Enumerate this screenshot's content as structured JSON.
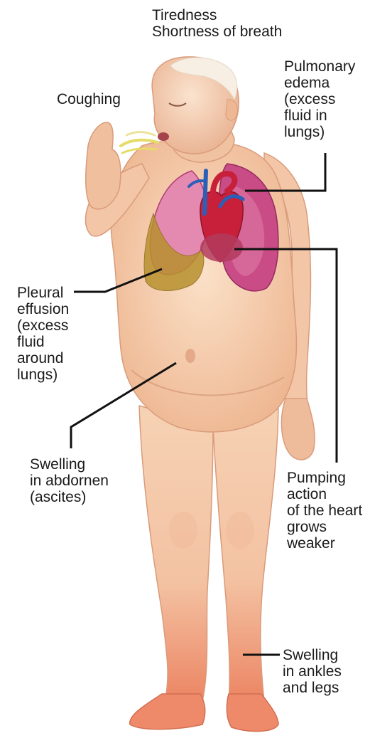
{
  "labels": {
    "tiredness": "Tiredness\nShortness of breath",
    "coughing": "Coughing",
    "pulmonary_edema": "Pulmonary\nedema\n(excess\nfluid in\nlungs)",
    "pleural_effusion": "Pleural\neffusion\n(excess\nfluid\naround\nlungs)",
    "abdomen_swelling": "Swelling\nin abdornen\n(ascites)",
    "pumping_action": "Pumping\naction\nof the heart\ngrows\nweaker",
    "ankle_swelling": "Swelling\nin ankles\nand legs"
  },
  "colors": {
    "skin": "#f3c9a8",
    "skin_shadow": "#e4a885",
    "lung": "#c94c86",
    "lung_light": "#e48ab0",
    "heart": "#c8203a",
    "vessel": "#2b5fb8",
    "fluid": "#b8912e",
    "swelling": "#ef7a5a",
    "leader": "#111111"
  }
}
